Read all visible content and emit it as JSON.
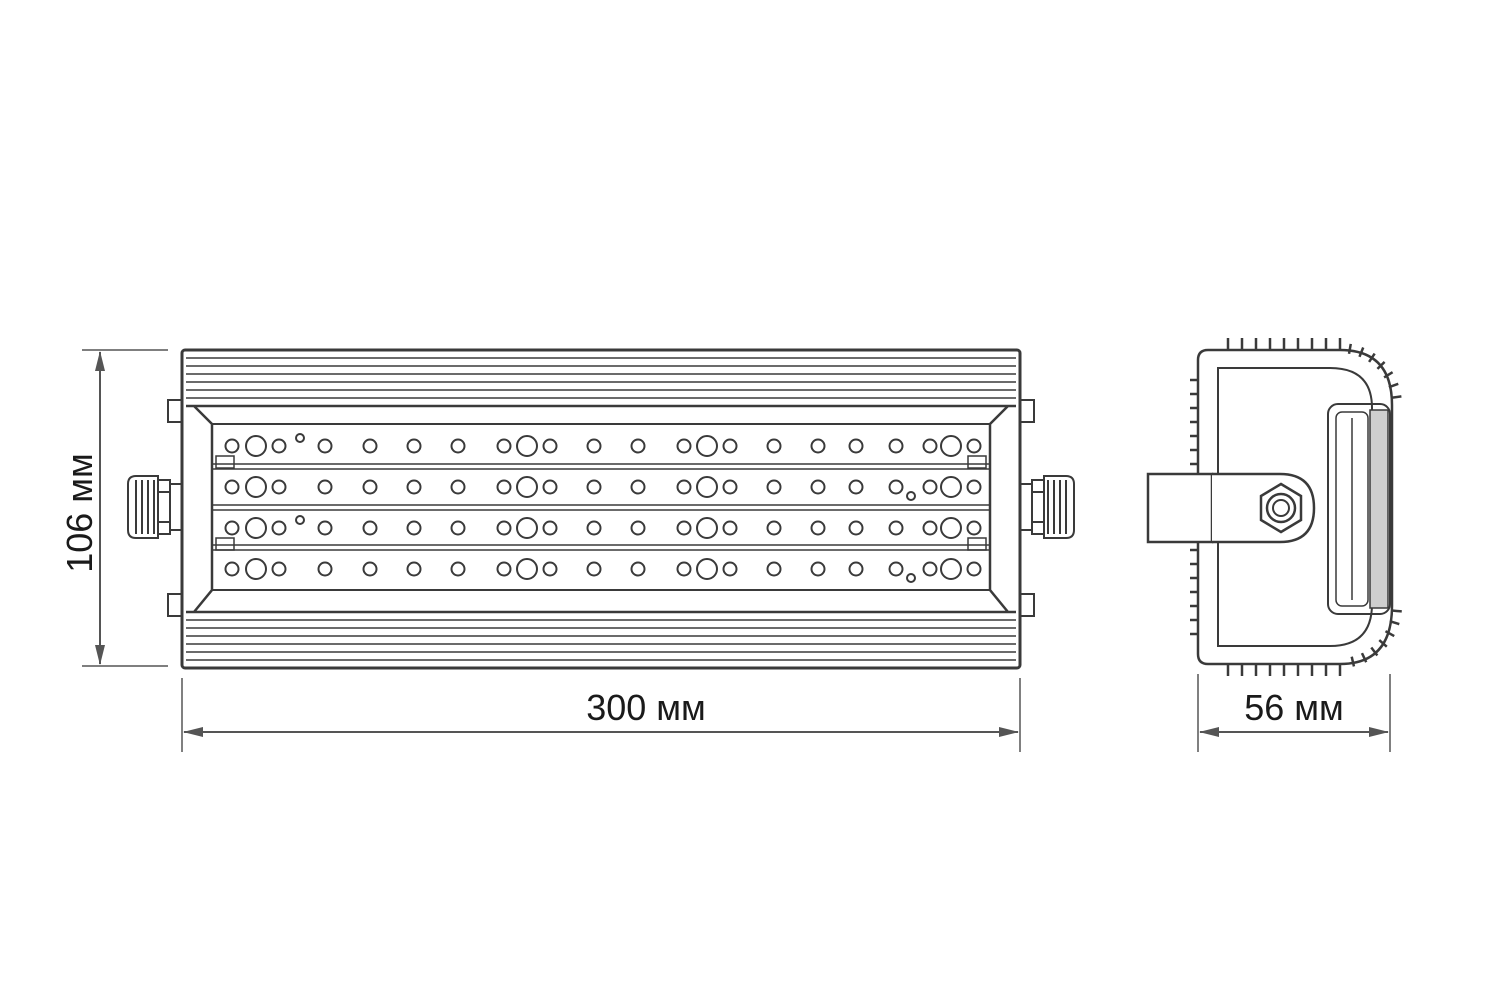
{
  "dimensions": {
    "height_label": "106 мм",
    "length_label": "300 мм",
    "depth_label": "56 мм"
  },
  "colors": {
    "line": "#3a3a3a",
    "dimension_line": "#555555",
    "diffuser": "#cfcfcf",
    "background": "#ffffff"
  },
  "led_rows": [
    {
      "name": "row-1"
    },
    {
      "name": "row-2"
    },
    {
      "name": "row-3"
    },
    {
      "name": "row-4"
    }
  ]
}
